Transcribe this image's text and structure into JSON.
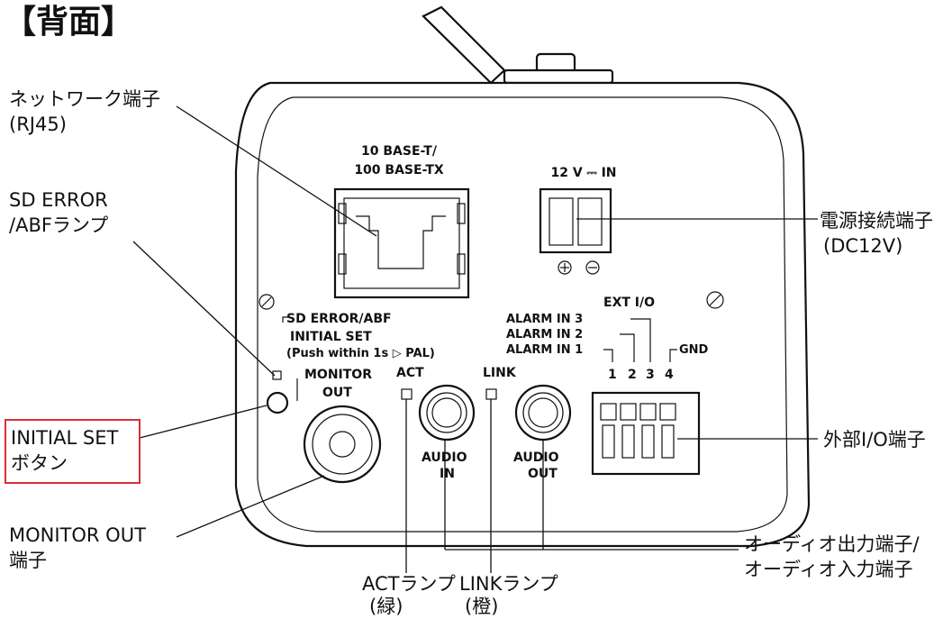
{
  "title": "【背面】",
  "panel_labels": {
    "ethernet_line1": "10 BASE-T/",
    "ethernet_line2": "100 BASE-TX",
    "power": "12 V ⎓ IN",
    "power_plus": "+",
    "power_minus": "−",
    "ext_io": "EXT I/O",
    "alarm_in_3": "ALARM IN 3",
    "alarm_in_2": "ALARM IN 2",
    "alarm_in_1": "ALARM IN 1",
    "gnd": "GND",
    "pin_1": "1",
    "pin_2": "2",
    "pin_3": "3",
    "pin_4": "4",
    "sd_error_abf": "SD ERROR/ABF",
    "initial_set": "INITIAL SET",
    "initial_set_note": "(Push within 1s ▷ PAL)",
    "monitor_out_line1": "MONITOR",
    "monitor_out_line2": "OUT",
    "act": "ACT",
    "link": "LINK",
    "audio_in_line1": "AUDIO",
    "audio_in_line2": "IN",
    "audio_out_line1": "AUDIO",
    "audio_out_line2": "OUT"
  },
  "callouts": {
    "network_line1": "ネットワーク端子",
    "network_line2": "(RJ45)",
    "sd_error_line1": "SD ERROR",
    "sd_error_line2": "/ABFランプ",
    "initial_set_line1": "INITIAL SET",
    "initial_set_line2": "ボタン",
    "monitor_out_line1": "MONITOR OUT",
    "monitor_out_line2": "端子",
    "act_line1": "ACTランプ",
    "act_line2": "(緑)",
    "link_line1": "LINKランプ",
    "link_line2": "(橙)",
    "power_line1": "電源接続端子",
    "power_line2": "(DC12V)",
    "ext_io": "外部I/O端子",
    "audio_line1": "オーディオ出力端子/",
    "audio_line2": "オーディオ入力端子"
  },
  "colors": {
    "highlight": "#d9303a",
    "line": "#111111"
  }
}
